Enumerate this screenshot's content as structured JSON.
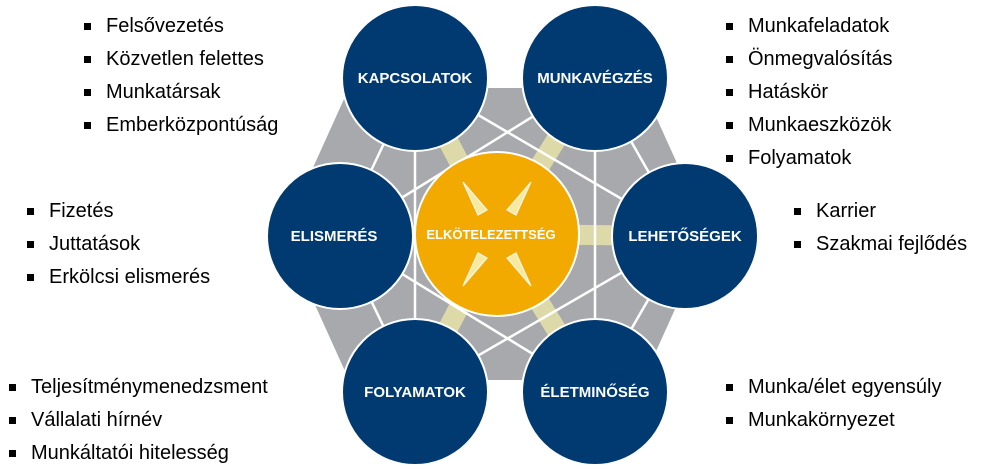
{
  "center": {
    "label": "ELKÖTELEZETTSÉG"
  },
  "nodes": {
    "top_left": {
      "label": "KAPCSOLATOK"
    },
    "top_right": {
      "label": "MUNKAVÉGZÉS"
    },
    "right": {
      "label": "LEHETŐSÉGEK"
    },
    "bottom_right": {
      "label": "ÉLETMINŐSÉG"
    },
    "bottom_left": {
      "label": "FOLYAMATOK"
    },
    "left": {
      "label": "ELISMERÉS"
    }
  },
  "lists": {
    "top_left": [
      "Felsővezetés",
      "Közvetlen felettes",
      "Munkatársak",
      "Emberközpontúság"
    ],
    "top_right": [
      "Munkafeladatok",
      "Önmegvalósítás",
      "Hatáskör",
      "Munkaeszközök",
      "Folyamatok"
    ],
    "left": [
      "Fizetés",
      "Juttatások",
      "Erkölcsi elismerés"
    ],
    "right": [
      "Karrier",
      "Szakmai fejlődés"
    ],
    "bottom_left": [
      "Teljesítménymenedzsment",
      "Vállalati hírnév",
      "Munkáltatói hitelesség"
    ],
    "bottom_right": [
      "Munka/élet egyensúly",
      "Munkakörnyezet"
    ]
  },
  "colors": {
    "node_fill": "#003a70",
    "node_stroke": "#ffffff",
    "center_fill": "#f2a900",
    "hexagon_fill": "#a7a9ac",
    "spoke_color": "#e8e2a8",
    "line_color": "#ffffff"
  }
}
